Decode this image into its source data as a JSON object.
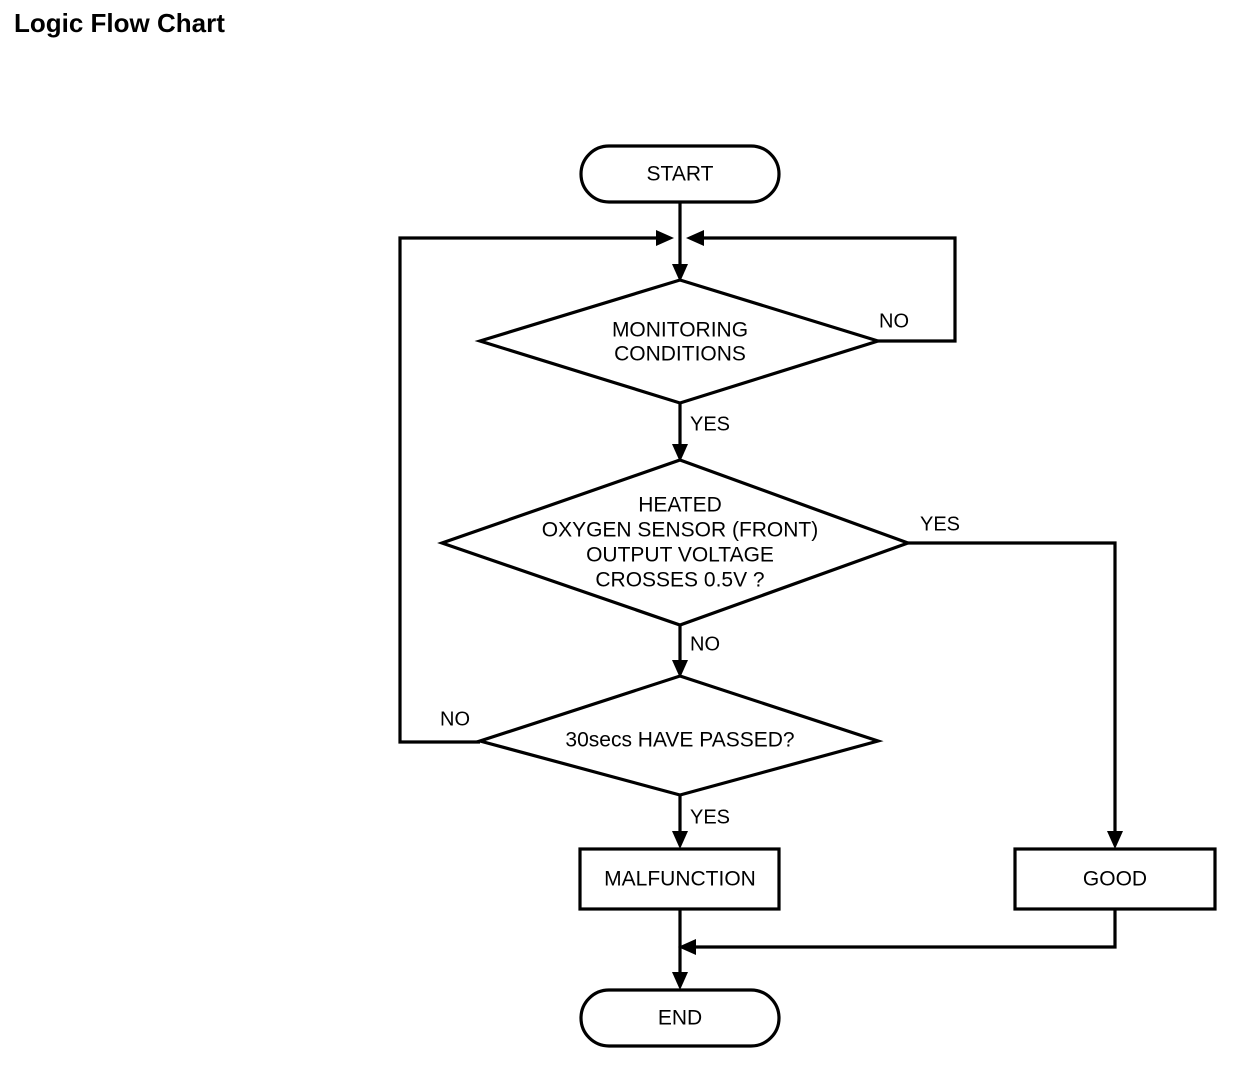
{
  "page": {
    "title": "Logic Flow Chart",
    "background_color": "#ffffff",
    "line_color": "#000000"
  },
  "chart_data": {
    "type": "diagram",
    "diagram_kind": "flowchart",
    "title": "Logic Flow Chart",
    "nodes": [
      {
        "id": "start",
        "shape": "terminator",
        "label": "START"
      },
      {
        "id": "monitoring",
        "shape": "decision",
        "label": "MONITORING\nCONDITIONS"
      },
      {
        "id": "sensor",
        "shape": "decision",
        "label": "HEATED\nOXYGEN SENSOR (FRONT)\nOUTPUT VOLTAGE\nCROSSES 0.5V ?"
      },
      {
        "id": "timer",
        "shape": "decision",
        "label": "30secs HAVE PASSED?"
      },
      {
        "id": "malfunction",
        "shape": "process",
        "label": "MALFUNCTION"
      },
      {
        "id": "good",
        "shape": "process",
        "label": "GOOD"
      },
      {
        "id": "end",
        "shape": "terminator",
        "label": "END"
      }
    ],
    "edges": [
      {
        "from": "start",
        "to": "monitoring",
        "label": ""
      },
      {
        "from": "monitoring",
        "to": "junction",
        "label": "NO"
      },
      {
        "from": "monitoring",
        "to": "sensor",
        "label": "YES"
      },
      {
        "from": "sensor",
        "to": "good",
        "label": "YES"
      },
      {
        "from": "sensor",
        "to": "timer",
        "label": "NO"
      },
      {
        "from": "timer",
        "to": "junction",
        "label": "NO"
      },
      {
        "from": "timer",
        "to": "malfunction",
        "label": "YES"
      },
      {
        "from": "malfunction",
        "to": "end",
        "label": ""
      },
      {
        "from": "good",
        "to": "end",
        "label": ""
      }
    ]
  },
  "nodes": {
    "start": {
      "label": "START"
    },
    "monitoring": {
      "line1": "MONITORING",
      "line2": "CONDITIONS"
    },
    "sensor": {
      "line1": "HEATED",
      "line2": "OXYGEN SENSOR (FRONT)",
      "line3": "OUTPUT VOLTAGE",
      "line4": "CROSSES 0.5V ?"
    },
    "timer": {
      "label": "30secs HAVE PASSED?"
    },
    "malfunction": {
      "label": "MALFUNCTION"
    },
    "good": {
      "label": "GOOD"
    },
    "end": {
      "label": "END"
    }
  },
  "edge_labels": {
    "monitoring_no": "NO",
    "monitoring_yes": "YES",
    "sensor_yes": "YES",
    "sensor_no": "NO",
    "timer_no": "NO",
    "timer_yes": "YES"
  }
}
